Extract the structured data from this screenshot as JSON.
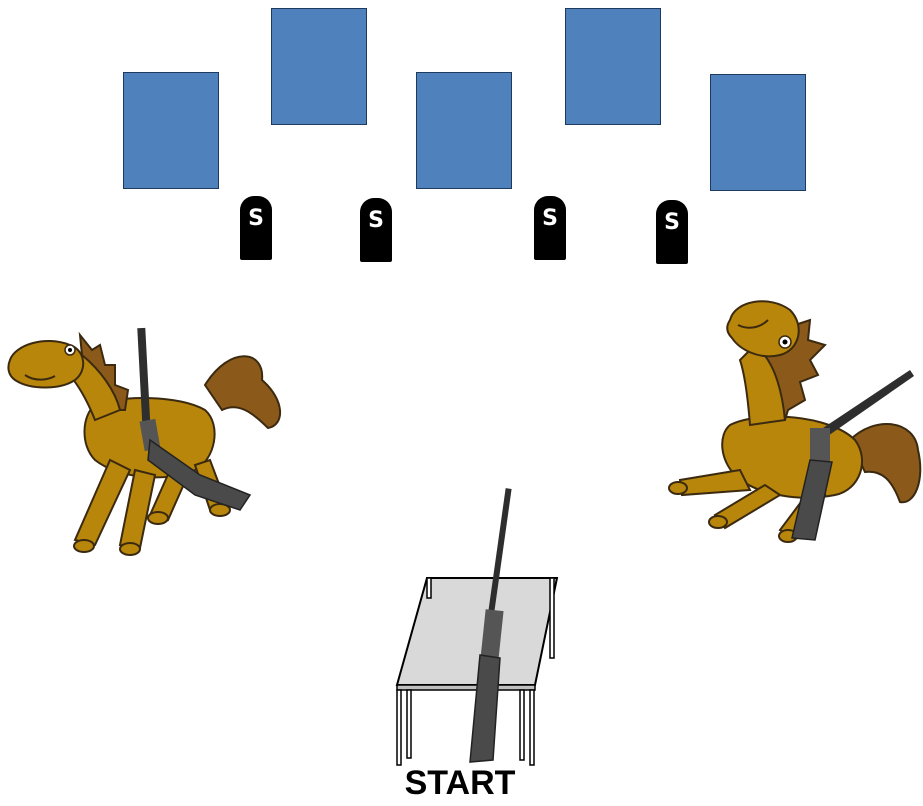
{
  "scene": {
    "start_label": "START",
    "tombstone_symbol": "S",
    "target_count": 5,
    "tombstone_count": 4
  },
  "colors": {
    "target_fill": "#4f81bd",
    "tombstone": "#000000",
    "horse_body": "#b8860b",
    "horse_mane": "#8b5a1a",
    "table_top": "#d9d9d9",
    "rifle": "#3a3a3a"
  },
  "icons": {
    "targets": "target-icon",
    "tombstones": "tombstone-icon",
    "horses": "horse-icon",
    "rifles": "rifle-icon",
    "table": "table-icon"
  }
}
